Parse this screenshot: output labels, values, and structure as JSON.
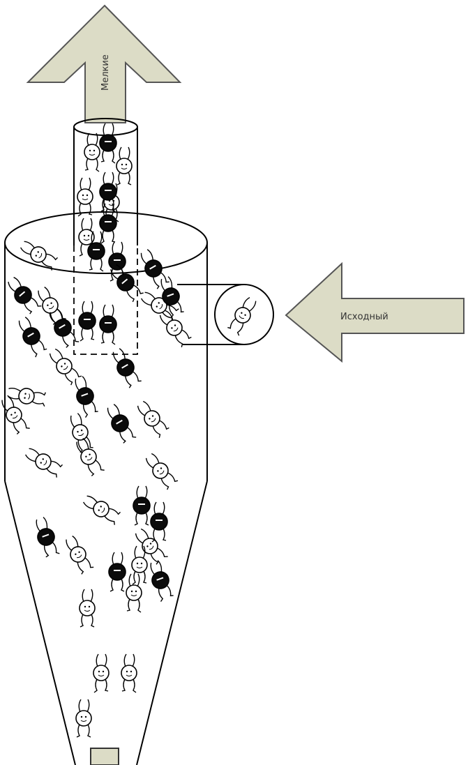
{
  "labels": {
    "fines": "Мелкие",
    "feed": "Исходный"
  },
  "colors": {
    "arrow_fill": "#dcdcc6",
    "arrow_stroke": "#555555",
    "dark_particle": "#0b0b0b",
    "light_particle": "#ffffff"
  },
  "particles": {
    "light_count": 27,
    "dark_count": 21
  }
}
